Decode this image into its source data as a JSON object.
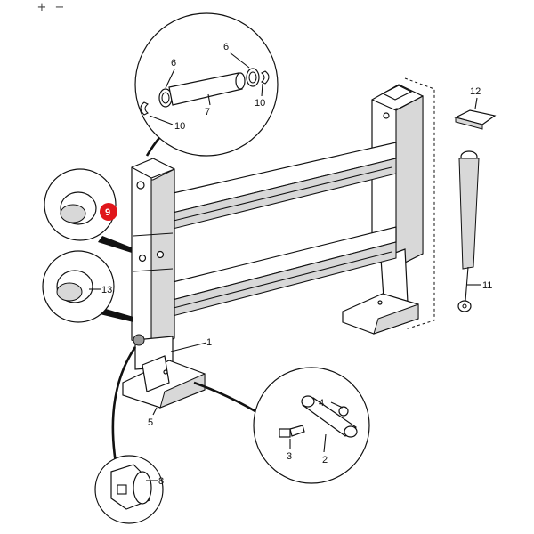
{
  "toolbar": {
    "zoom_in": "+",
    "zoom_out": "−"
  },
  "callouts": {
    "c1": "1",
    "c2": "2",
    "c3": "3",
    "c4": "4",
    "c5": "5",
    "c6a": "6",
    "c6b": "6",
    "c7": "7",
    "c8": "8",
    "c9": "9",
    "c10a": "10",
    "c10b": "10",
    "c11": "11",
    "c12": "12",
    "c13": "13"
  },
  "colors": {
    "highlight": "#e0161b",
    "line": "#111111"
  }
}
